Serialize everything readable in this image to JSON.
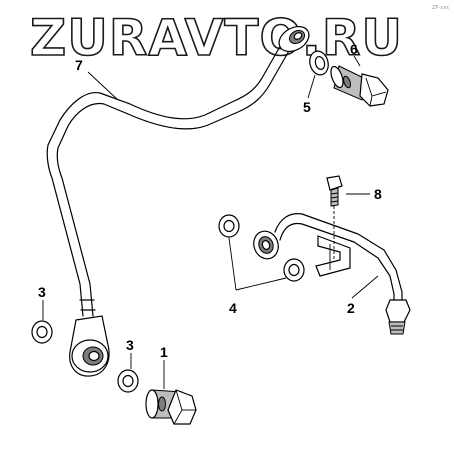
{
  "watermark": "ZURAVTO.RU",
  "corner_mark": "ZP-xxx",
  "callouts": {
    "c1": "1",
    "c2": "2",
    "c3a": "3",
    "c3b": "3",
    "c4": "4",
    "c5": "5",
    "c6": "6",
    "c7": "7",
    "c8": "8"
  }
}
